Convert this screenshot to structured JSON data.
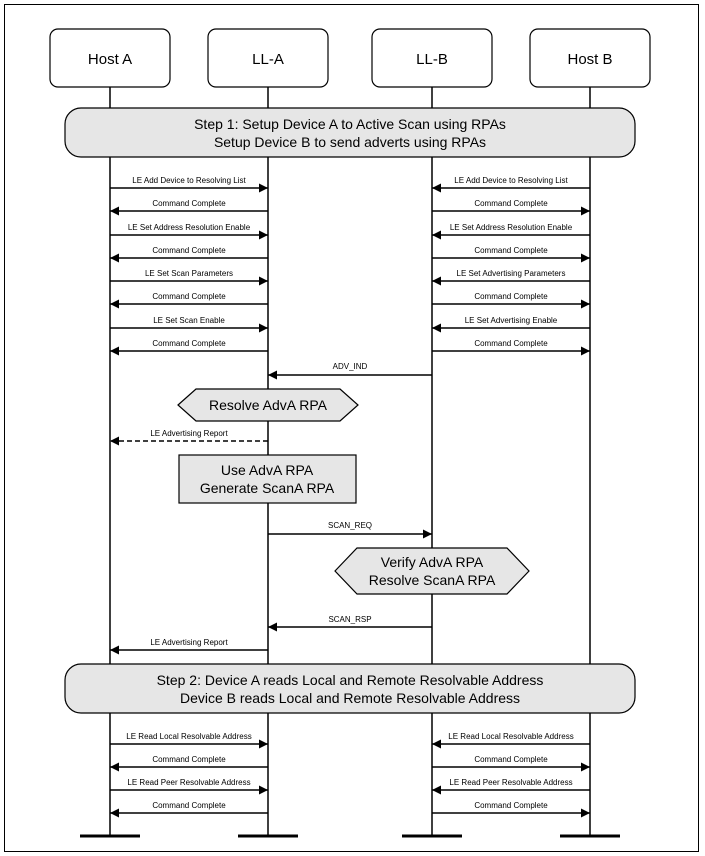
{
  "participants": [
    "Host A",
    "LL-A",
    "LL-B",
    "Host B"
  ],
  "step1": {
    "line1": "Step 1: Setup Device A to Active Scan using RPAs",
    "line2": "Setup Device B to send adverts using RPAs"
  },
  "step2": {
    "line1": "Step 2: Device A reads Local and Remote Resolvable Address",
    "line2": "Device B reads Local and Remote Resolvable Address"
  },
  "setup_a": [
    "LE Add Device to Resolving List",
    "Command Complete",
    "LE Set Address Resolution Enable",
    "Command Complete",
    "LE Set Scan Parameters",
    "Command Complete",
    "LE Set Scan Enable",
    "Command Complete"
  ],
  "setup_b": [
    "LE Add Device to Resolving List",
    "Command Complete",
    "LE Set Address Resolution Enable",
    "Command Complete",
    "LE Set Advertising Parameters",
    "Command Complete",
    "LE Set Advertising Enable",
    "Command Complete"
  ],
  "adv_ind": "ADV_IND",
  "resolve_adva": "Resolve AdvA RPA",
  "le_adv_report_1": "LE Advertising Report",
  "use_adva": {
    "line1": "Use AdvA RPA",
    "line2": "Generate ScanA RPA"
  },
  "scan_req": "SCAN_REQ",
  "verify": {
    "line1": "Verify AdvA RPA",
    "line2": "Resolve ScanA RPA"
  },
  "scan_rsp": "SCAN_RSP",
  "le_adv_report_2": "LE Advertising Report",
  "read_a": [
    "LE Read Local Resolvable Address",
    "Command Complete",
    "LE Read Peer Resolvable Address",
    "Command Complete"
  ],
  "read_b": [
    "LE Read Local Resolvable Address",
    "Command Complete",
    "LE Read Peer Resolvable Address",
    "Command Complete"
  ]
}
